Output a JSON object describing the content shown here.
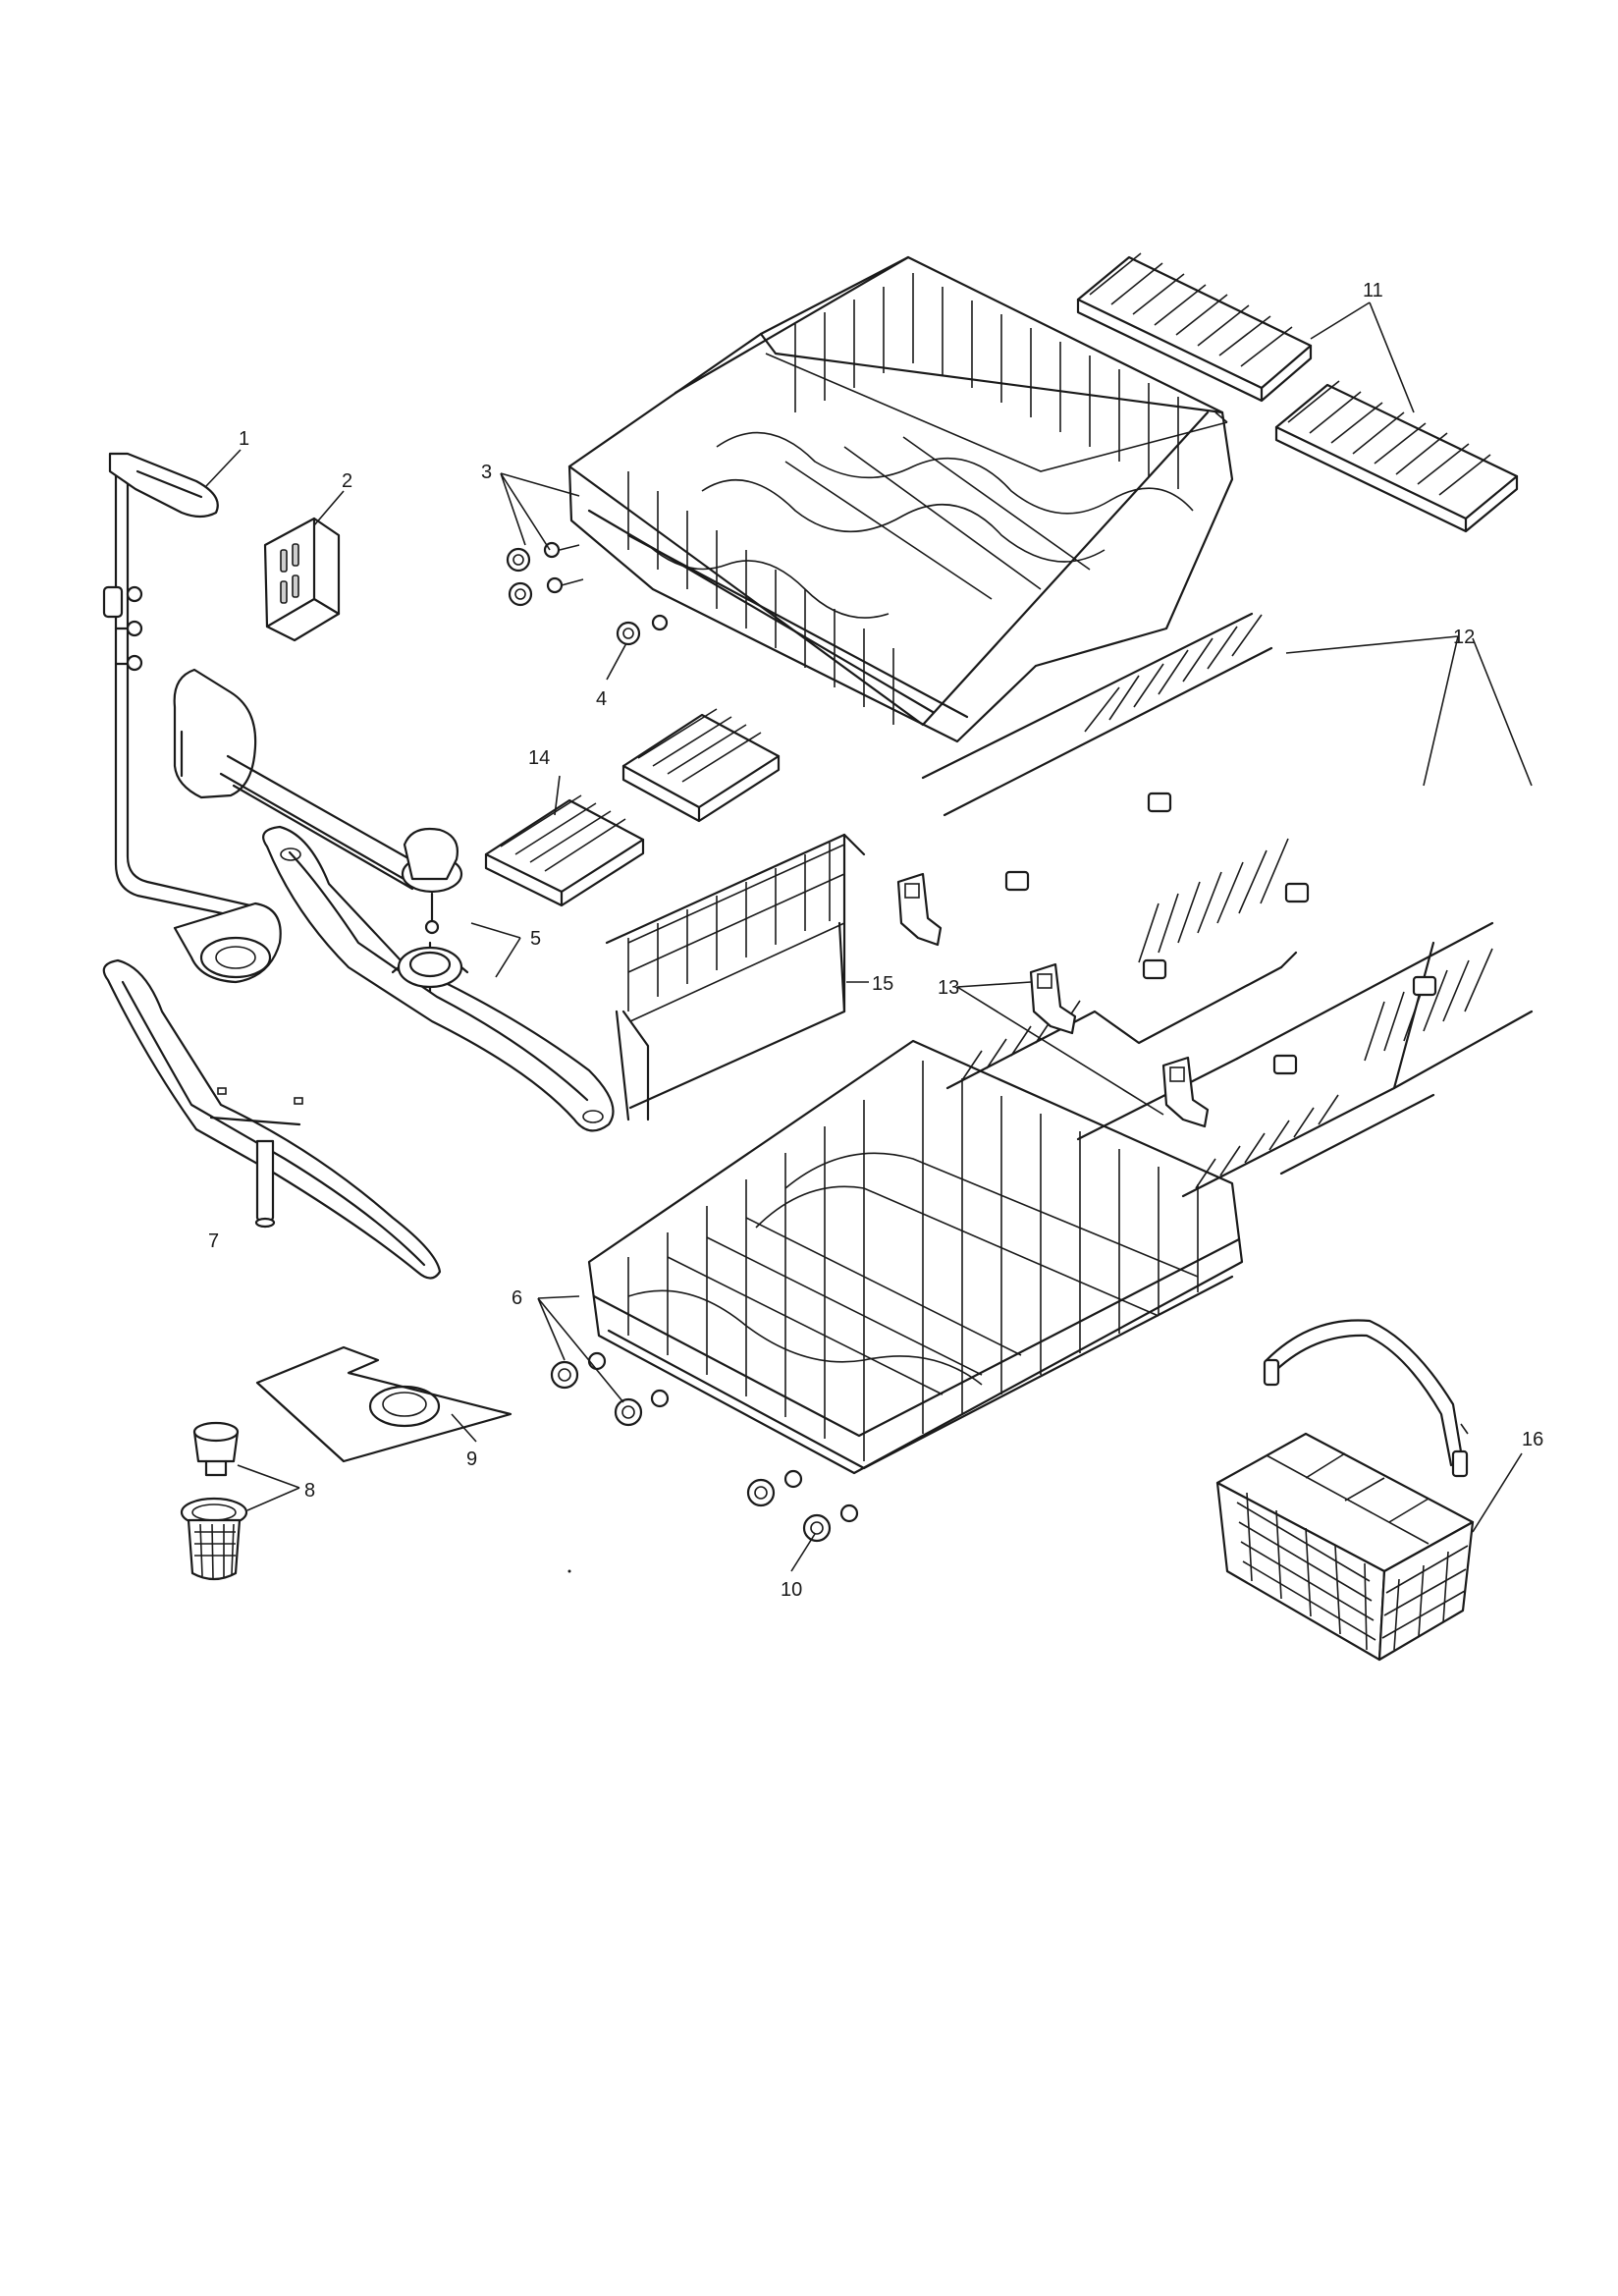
{
  "diagram": {
    "callouts": [
      {
        "id": "1",
        "label": "1"
      },
      {
        "id": "2",
        "label": "2"
      },
      {
        "id": "3",
        "label": "3"
      },
      {
        "id": "4",
        "label": "4"
      },
      {
        "id": "5",
        "label": "5"
      },
      {
        "id": "6",
        "label": "6"
      },
      {
        "id": "7",
        "label": "7"
      },
      {
        "id": "8",
        "label": "8"
      },
      {
        "id": "9",
        "label": "9"
      },
      {
        "id": "10",
        "label": "10"
      },
      {
        "id": "11",
        "label": "11"
      },
      {
        "id": "12",
        "label": "12"
      },
      {
        "id": "13",
        "label": "13"
      },
      {
        "id": "14",
        "label": "14"
      },
      {
        "id": "15",
        "label": "15"
      },
      {
        "id": "16",
        "label": "16"
      }
    ],
    "colors": {
      "line": "#1a1a1a",
      "background": "#ffffff",
      "shade": "#cfcfcf"
    }
  }
}
